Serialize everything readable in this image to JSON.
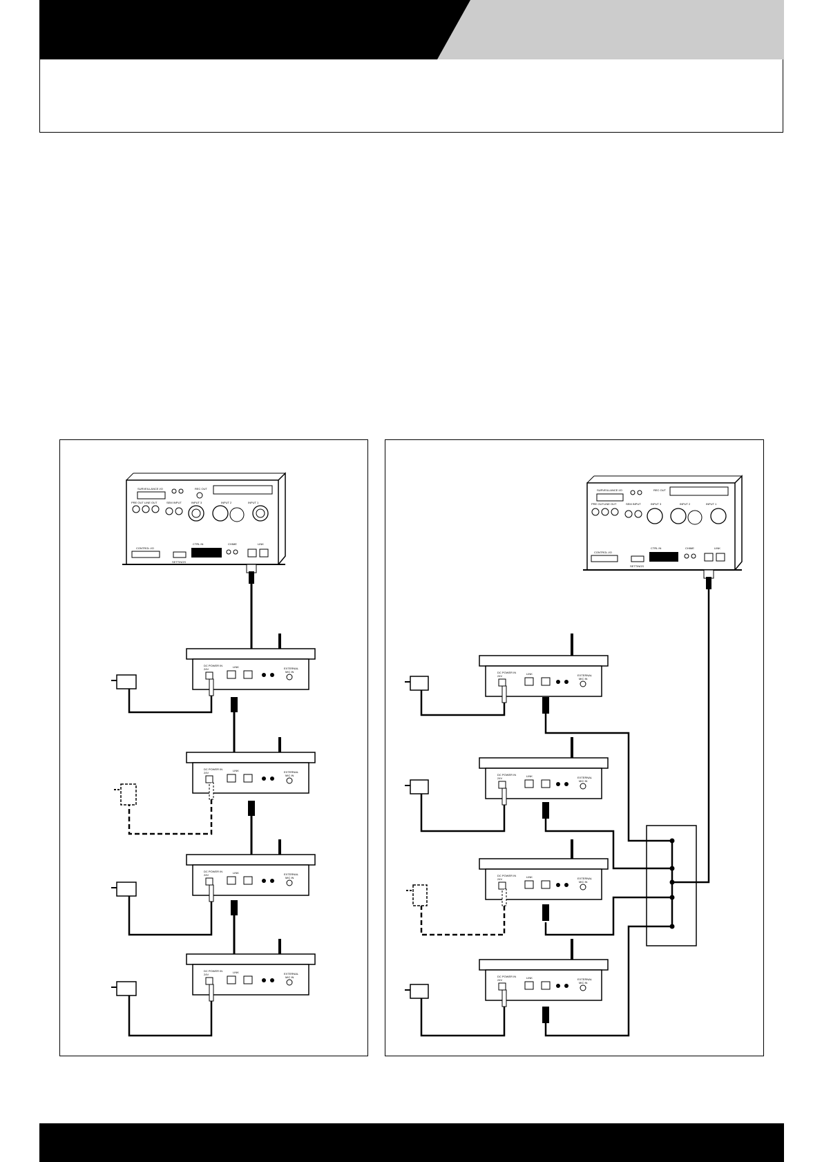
{
  "header": {
    "accent_color": "#000000",
    "secondary_color": "#cccccc"
  },
  "labels": {
    "amp_surveillance": "SURVEILLANCE I/O",
    "amp_rec_out": "REC OUT",
    "amp_pre_out": "PRE OUT",
    "amp_line_out": "LINE OUT",
    "amp_sem_input": "SEM INPUT",
    "amp_input3": "INPUT 3",
    "amp_input2": "INPUT 2",
    "amp_input1": "INPUT 1",
    "amp_control": "CONTROL I/O",
    "amp_settings": "SETTINGS",
    "amp_ctrl_in": "CTRL IN",
    "amp_chime": "CHIME",
    "amp_link": "LINK",
    "mic_dc_power": "DC POWER IN",
    "mic_24v": "24V",
    "mic_link": "LINK",
    "mic_external": "EXTERNAL",
    "mic_mic_in": "MIC IN"
  }
}
